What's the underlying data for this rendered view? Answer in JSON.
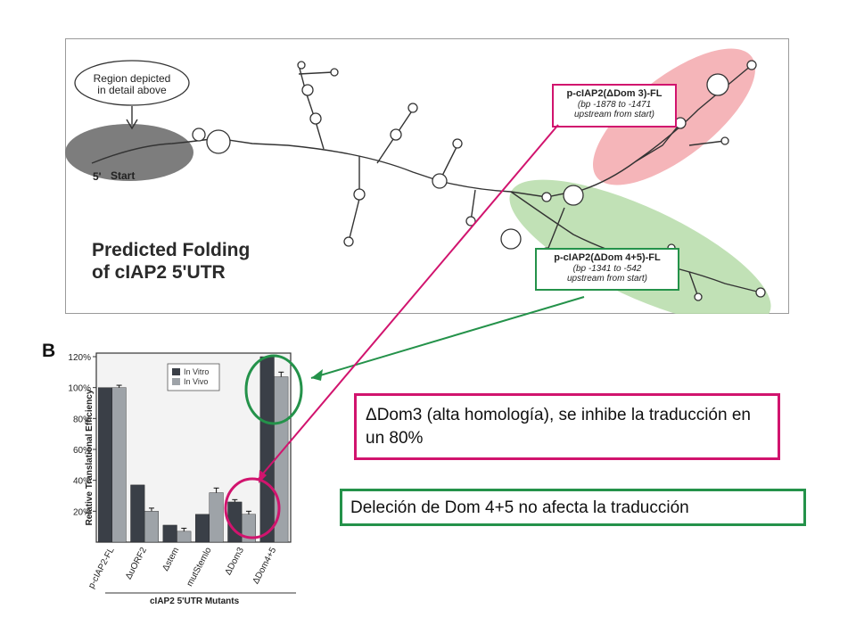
{
  "folding_panel": {
    "title": "Predicted Folding\nof cIAP2 5'UTR",
    "callout": "Region depicted\nin detail above",
    "five_prime_label": "5'",
    "start_label": "Start",
    "dom3_box": {
      "label": "p-cIAP2(ΔDom 3)-FL",
      "range": "(bp -1878 to -1471",
      "note": "upstream from start)"
    },
    "dom45_box": {
      "label": "p-cIAP2(ΔDom 4+5)-FL",
      "range": "(bp -1341 to -542",
      "note": "upstream from start)"
    },
    "colors": {
      "gray_region": "#7d7d7d",
      "red_region": "#f2a3a8",
      "green_region": "#b6dca9"
    }
  },
  "chart_data": {
    "type": "bar",
    "letter": "B",
    "title": "",
    "ylabel": "Relative Translational Efficiency\n(Luc Activity)",
    "xlabel": "cIAP2 5'UTR Mutants",
    "ylim": [
      0,
      120
    ],
    "yticks": [
      "20%",
      "40%",
      "60%",
      "80%",
      "100%",
      "120%"
    ],
    "ytick_values": [
      20,
      40,
      60,
      80,
      100,
      120
    ],
    "categories": [
      "p-cIAP2-FL",
      "ΔuORF2",
      "Δstem",
      "mutStemlo",
      "ΔDom3",
      "ΔDom4+5"
    ],
    "series": [
      {
        "name": "In Vitro",
        "color": "#3a3f47",
        "values": [
          100,
          37,
          11,
          18,
          26,
          120
        ]
      },
      {
        "name": "In Vivo",
        "color": "#9ea3a8",
        "values": [
          100,
          20,
          7,
          32,
          18,
          107
        ]
      }
    ],
    "errors": [
      [
        0,
        0,
        0,
        0,
        1.5,
        0
      ],
      [
        1.5,
        2,
        2,
        3,
        2,
        3
      ]
    ],
    "legend_position": "top-right",
    "grid": false
  },
  "annotations": {
    "dom3_text": "ΔDom3 (alta homología), se inhibe la traducción en un 80%",
    "dom45_text": "Deleción de Dom 4+5 no afecta la traducción",
    "colors": {
      "magenta": "#d1146e",
      "green": "#24924a"
    }
  }
}
